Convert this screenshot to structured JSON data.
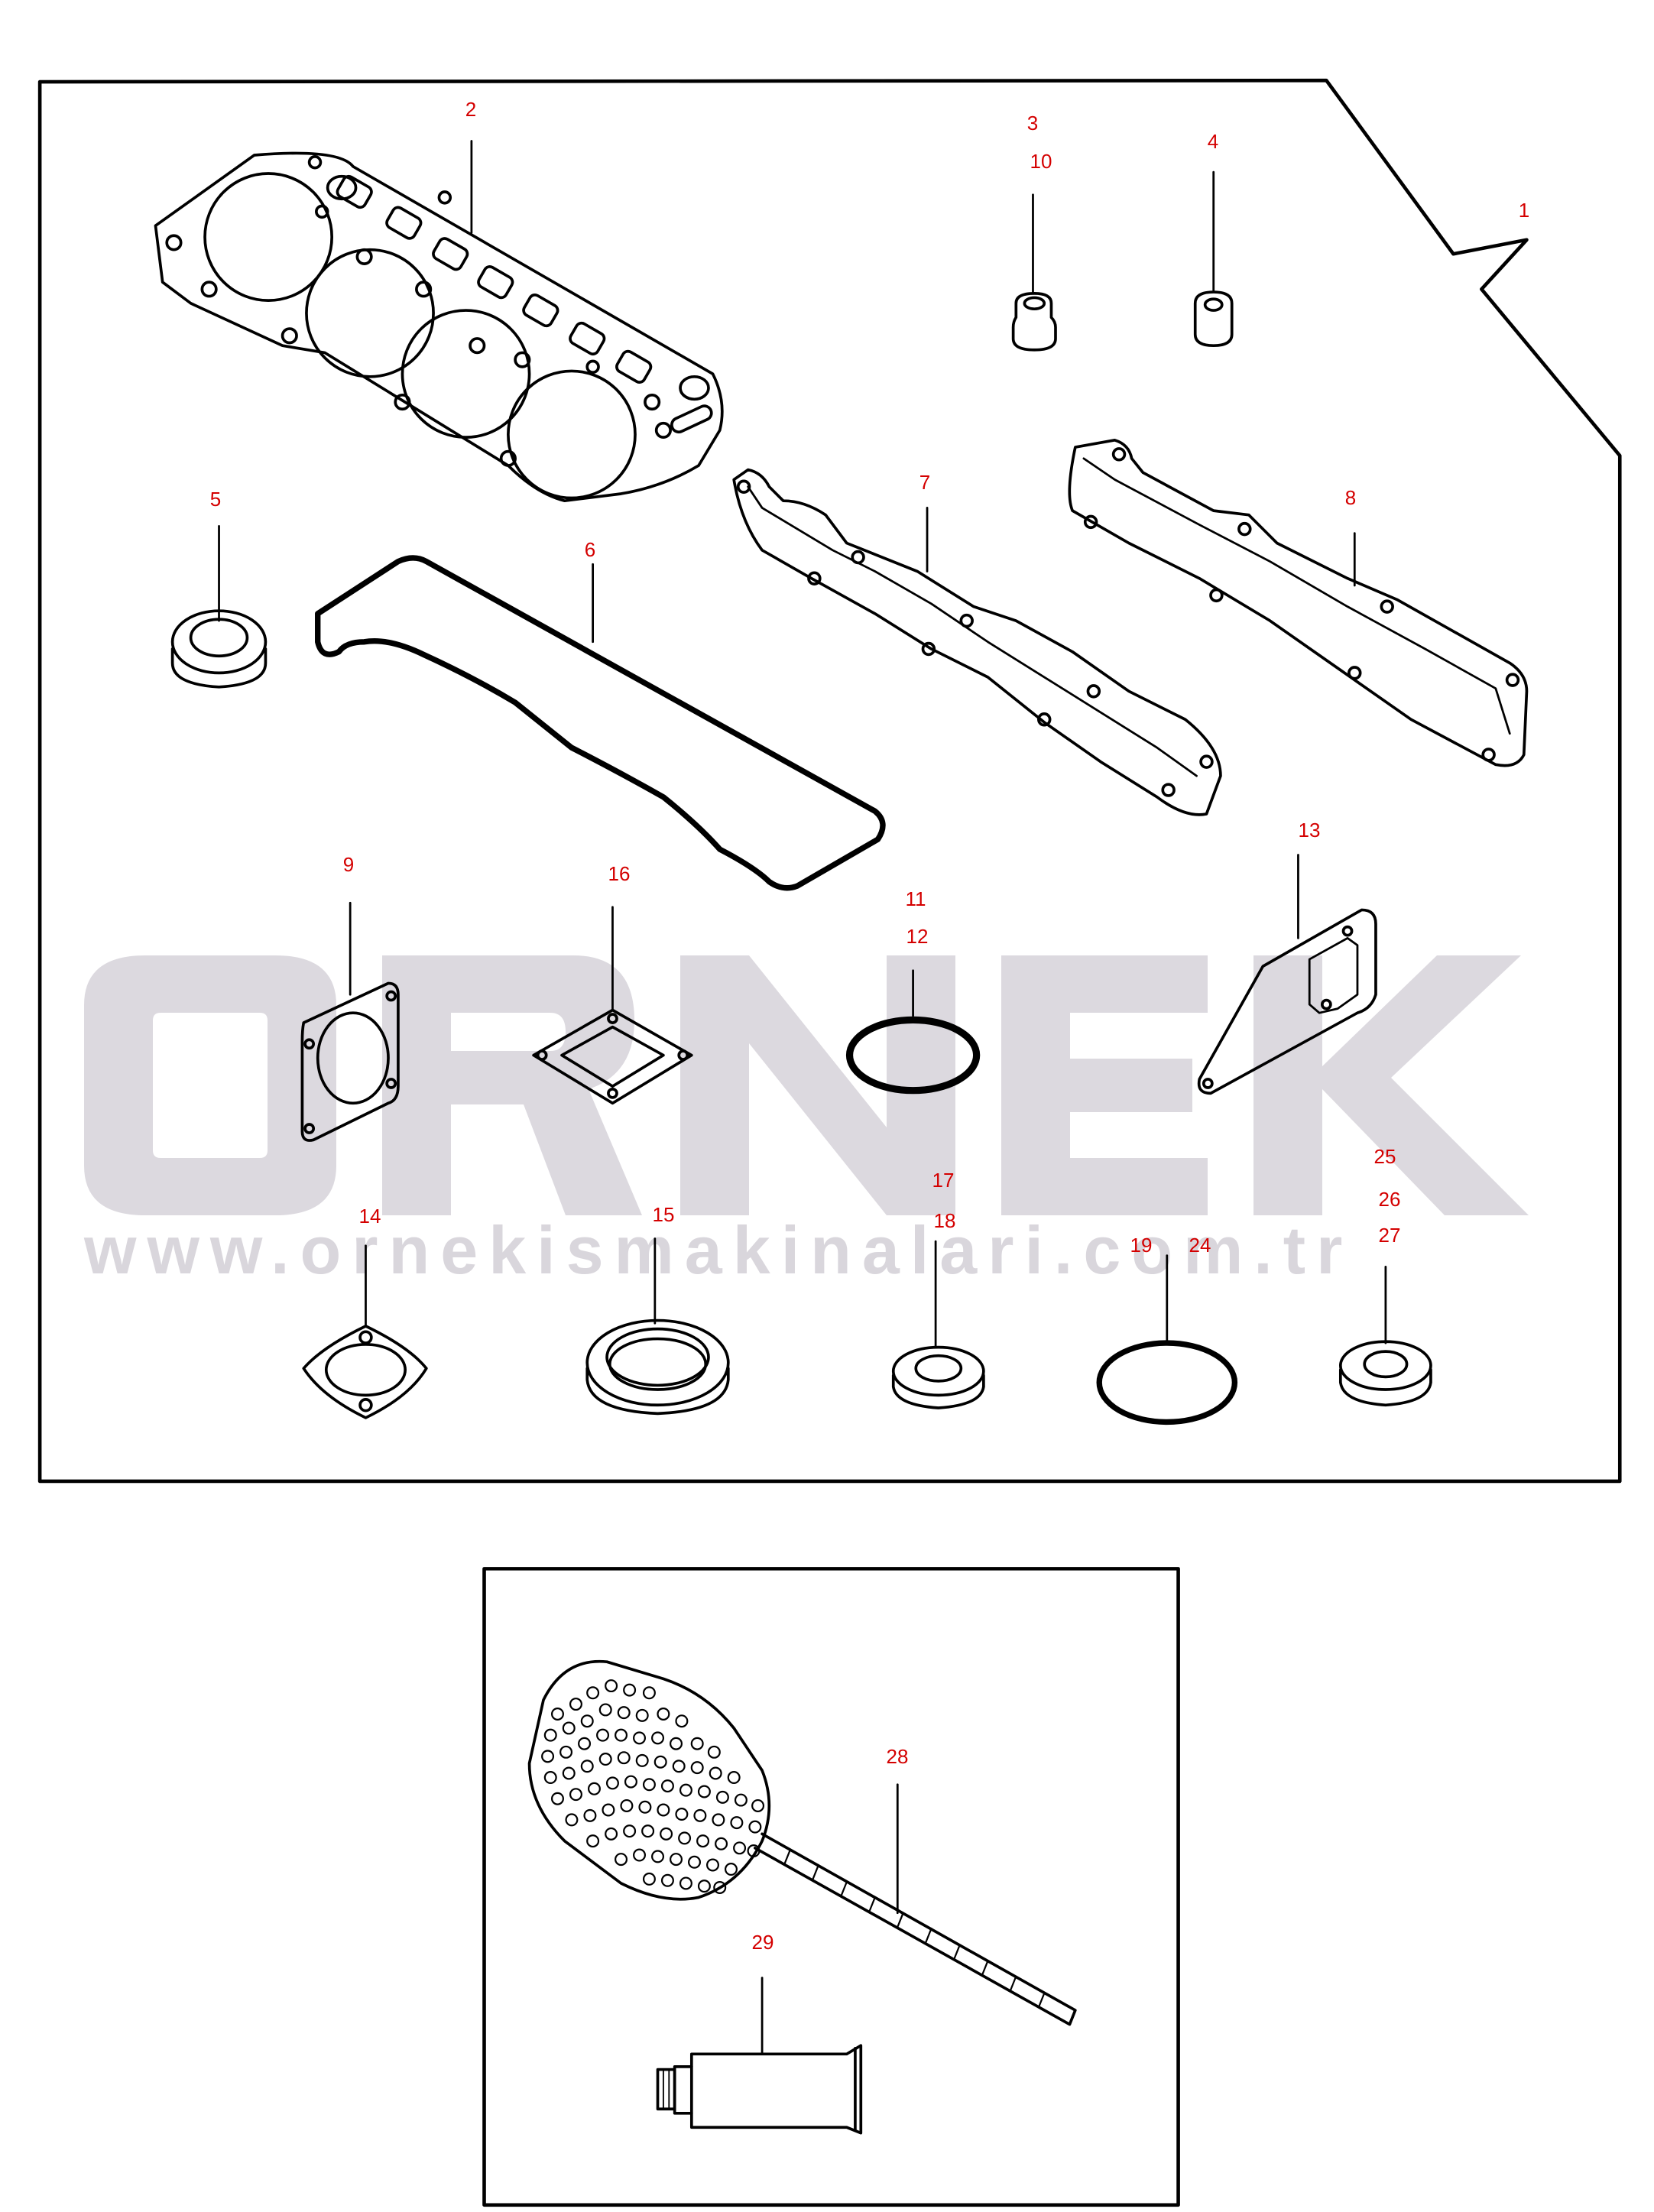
{
  "diagram": {
    "type": "exploded-parts-diagram",
    "subject": "engine gasket kit",
    "ink_color": "#000000",
    "label_color": "#d40000",
    "watermark": {
      "logo_text": "ÖRNEK",
      "url_text": "www.ornekismakinalari.com.tr",
      "logo_color": "#dcd9df",
      "accent_color": "#f7df8f"
    },
    "callouts": [
      {
        "id": "1",
        "label": "1"
      },
      {
        "id": "2",
        "label": "2"
      },
      {
        "id": "3",
        "label": "3"
      },
      {
        "id": "10",
        "label": "10"
      },
      {
        "id": "4",
        "label": "4"
      },
      {
        "id": "5",
        "label": "5"
      },
      {
        "id": "6",
        "label": "6"
      },
      {
        "id": "7",
        "label": "7"
      },
      {
        "id": "8",
        "label": "8"
      },
      {
        "id": "9",
        "label": "9"
      },
      {
        "id": "16",
        "label": "16"
      },
      {
        "id": "11",
        "label": "11"
      },
      {
        "id": "12",
        "label": "12"
      },
      {
        "id": "13",
        "label": "13"
      },
      {
        "id": "14",
        "label": "14"
      },
      {
        "id": "15",
        "label": "15"
      },
      {
        "id": "17",
        "label": "17"
      },
      {
        "id": "18",
        "label": "18"
      },
      {
        "id": "19",
        "label": "19"
      },
      {
        "id": "24",
        "label": "24"
      },
      {
        "id": "25",
        "label": "25"
      },
      {
        "id": "26",
        "label": "26"
      },
      {
        "id": "27",
        "label": "27"
      },
      {
        "id": "28",
        "label": "28"
      },
      {
        "id": "29",
        "label": "29"
      }
    ],
    "parts": [
      {
        "callout": "2",
        "name": "cylinder-head-gasket"
      },
      {
        "callouts": [
          "3",
          "10"
        ],
        "name": "valve-stem-seal"
      },
      {
        "callout": "4",
        "name": "seal-bushing"
      },
      {
        "callout": "5",
        "name": "seal-ring"
      },
      {
        "callout": "6",
        "name": "rocker-cover-gasket"
      },
      {
        "callout": "7",
        "name": "intake-manifold-gasket"
      },
      {
        "callout": "8",
        "name": "exhaust-manifold-gasket"
      },
      {
        "callout": "9",
        "name": "square-flange-gasket"
      },
      {
        "callout": "16",
        "name": "diamond-flange-gasket"
      },
      {
        "callouts": [
          "11",
          "12"
        ],
        "name": "o-ring"
      },
      {
        "callout": "13",
        "name": "cover-gasket"
      },
      {
        "callout": "14",
        "name": "oval-flange-gasket"
      },
      {
        "callout": "15",
        "name": "large-seal-washer"
      },
      {
        "callouts": [
          "17",
          "18"
        ],
        "name": "seal-washer"
      },
      {
        "callouts": [
          "19",
          "24"
        ],
        "name": "o-ring-large"
      },
      {
        "callouts": [
          "25",
          "26",
          "27"
        ],
        "name": "seal-washer-small"
      },
      {
        "callout": "28",
        "name": "cylinder-hone-brush"
      },
      {
        "callout": "29",
        "name": "sealant-tube"
      }
    ]
  }
}
